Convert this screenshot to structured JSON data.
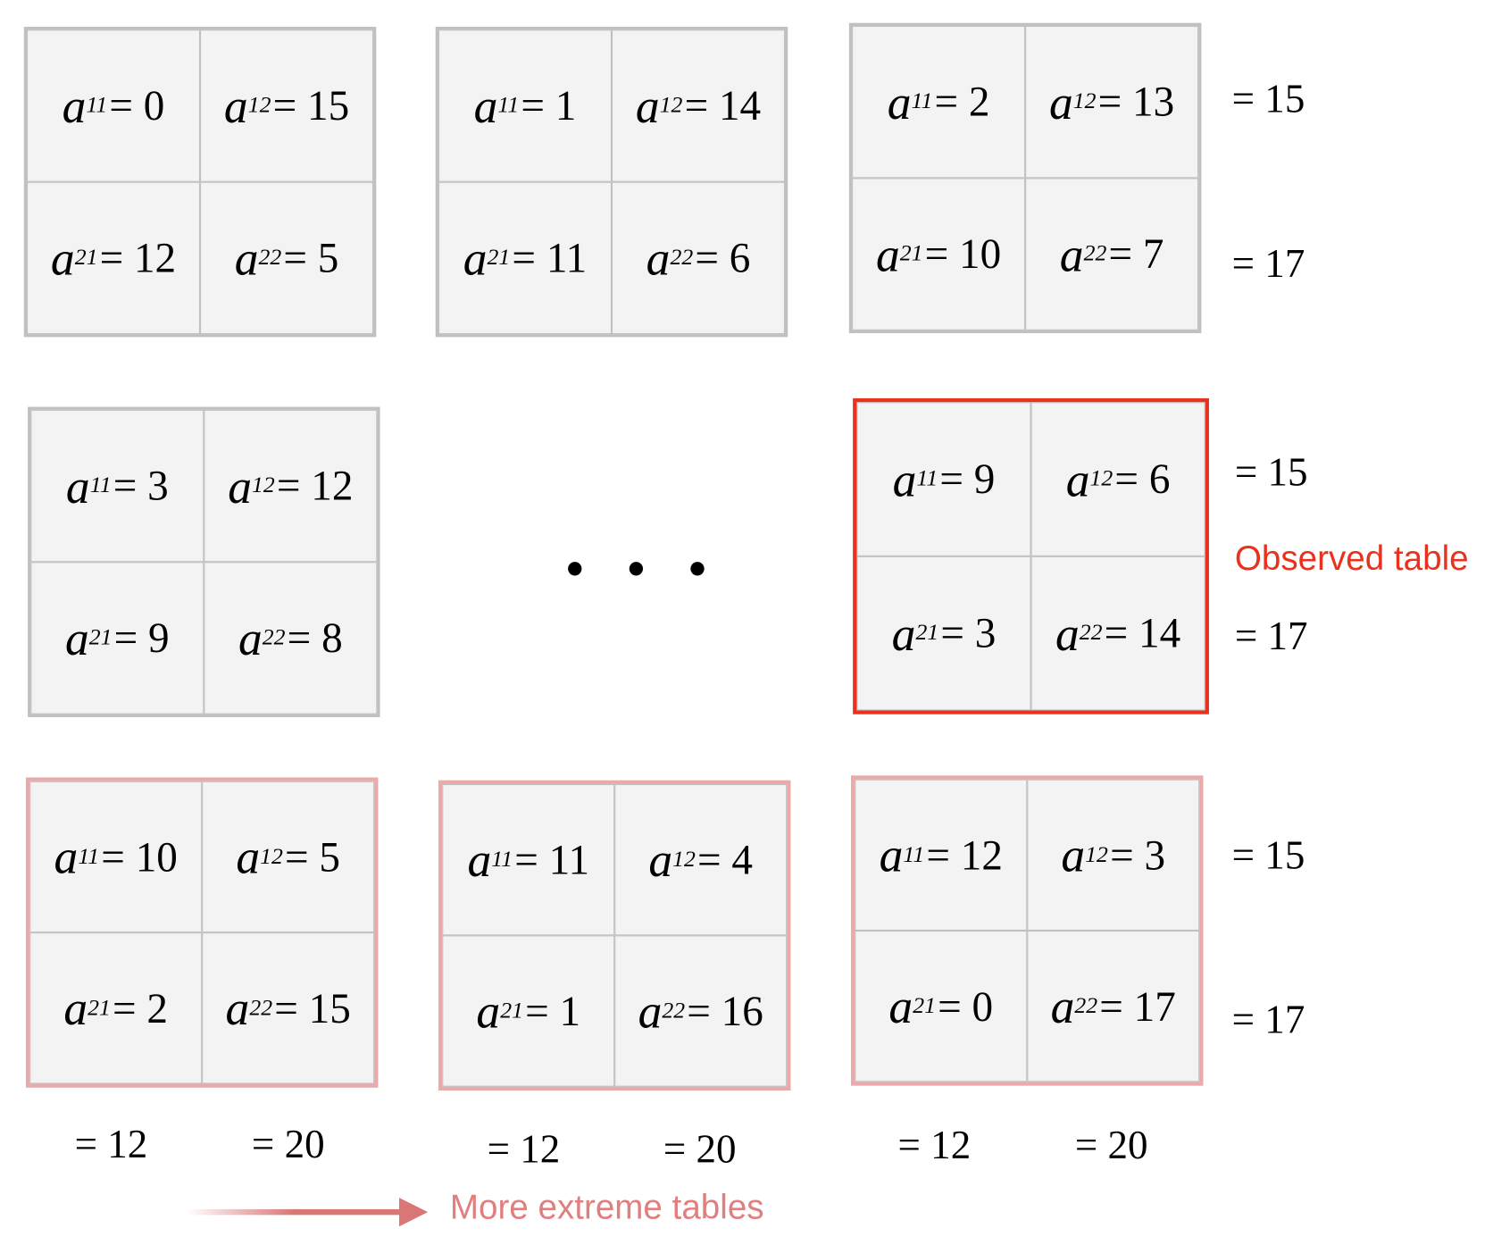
{
  "tables": [
    {
      "kind": "normal",
      "cells": [
        {
          "var": "a",
          "sub": "11",
          "value": "= 0"
        },
        {
          "var": "a",
          "sub": "12",
          "value": "= 15"
        },
        {
          "var": "a",
          "sub": "21",
          "value": "= 12"
        },
        {
          "var": "a",
          "sub": "22",
          "value": "= 5"
        }
      ]
    },
    {
      "kind": "normal",
      "cells": [
        {
          "var": "a",
          "sub": "11",
          "value": "= 1"
        },
        {
          "var": "a",
          "sub": "12",
          "value": "= 14"
        },
        {
          "var": "a",
          "sub": "21",
          "value": "= 11"
        },
        {
          "var": "a",
          "sub": "22",
          "value": "= 6"
        }
      ]
    },
    {
      "kind": "normal",
      "cells": [
        {
          "var": "a",
          "sub": "11",
          "value": "= 2"
        },
        {
          "var": "a",
          "sub": "12",
          "value": "= 13"
        },
        {
          "var": "a",
          "sub": "21",
          "value": "= 10"
        },
        {
          "var": "a",
          "sub": "22",
          "value": "= 7"
        }
      ]
    },
    {
      "kind": "normal",
      "cells": [
        {
          "var": "a",
          "sub": "11",
          "value": "= 3"
        },
        {
          "var": "a",
          "sub": "12",
          "value": "= 12"
        },
        {
          "var": "a",
          "sub": "21",
          "value": "= 9"
        },
        {
          "var": "a",
          "sub": "22",
          "value": "= 8"
        }
      ]
    },
    {
      "kind": "observed",
      "cells": [
        {
          "var": "a",
          "sub": "11",
          "value": "= 9"
        },
        {
          "var": "a",
          "sub": "12",
          "value": "= 6"
        },
        {
          "var": "a",
          "sub": "21",
          "value": "= 3"
        },
        {
          "var": "a",
          "sub": "22",
          "value": "= 14"
        }
      ]
    },
    {
      "kind": "extreme",
      "cells": [
        {
          "var": "a",
          "sub": "11",
          "value": "= 10"
        },
        {
          "var": "a",
          "sub": "12",
          "value": "= 5"
        },
        {
          "var": "a",
          "sub": "21",
          "value": "= 2"
        },
        {
          "var": "a",
          "sub": "22",
          "value": "= 15"
        }
      ]
    },
    {
      "kind": "extreme",
      "cells": [
        {
          "var": "a",
          "sub": "11",
          "value": "= 11"
        },
        {
          "var": "a",
          "sub": "12",
          "value": "= 4"
        },
        {
          "var": "a",
          "sub": "21",
          "value": "= 1"
        },
        {
          "var": "a",
          "sub": "22",
          "value": "= 16"
        }
      ]
    },
    {
      "kind": "extreme",
      "cells": [
        {
          "var": "a",
          "sub": "11",
          "value": "= 12"
        },
        {
          "var": "a",
          "sub": "12",
          "value": "= 3"
        },
        {
          "var": "a",
          "sub": "21",
          "value": "= 0"
        },
        {
          "var": "a",
          "sub": "22",
          "value": "= 17"
        }
      ]
    }
  ],
  "row_sums": [
    "= 15",
    "= 17"
  ],
  "col_sums": [
    "= 12",
    "= 20"
  ],
  "ellipsis": "• • •",
  "observed_label": "Observed table",
  "more_extreme_label": "More extreme tables",
  "colors": {
    "observed": "#e8321e",
    "extreme": "#eaaaaa",
    "arrow": "#d97676"
  }
}
